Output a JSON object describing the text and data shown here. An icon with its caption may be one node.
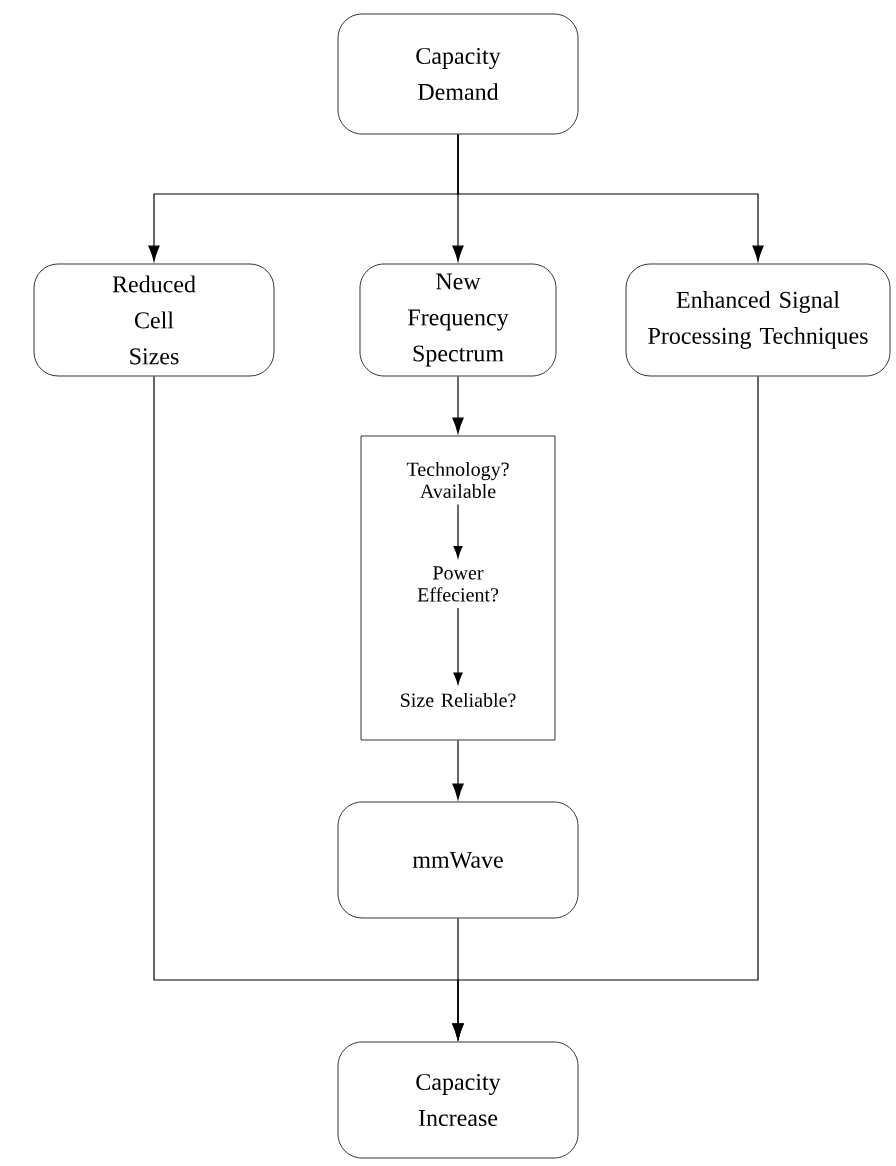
{
  "diagram": {
    "nodes": [
      {
        "text": [
          "Capacity Demand"
        ]
      },
      {
        "text": [
          "Reduced Cell Sizes"
        ]
      },
      {
        "text": [
          "New Frequency Spectrum"
        ]
      },
      {
        "text": [
          "Enhanced Signal Processing Techniques"
        ]
      },
      {
        "text": [],
        "shape": "box"
      },
      {
        "text": [
          "Technology? Available"
        ],
        "in": 4
      },
      {
        "text": [
          "Power Effecient?"
        ],
        "in": 4
      },
      {
        "text": [
          "Size Reliable?"
        ],
        "in": 4
      },
      {
        "text": [
          "mmWave"
        ]
      },
      {
        "text": [
          "Capacity Increase"
        ]
      }
    ],
    "edges": [
      {
        "from": 0,
        "to": 1,
        "arrow": "to"
      },
      {
        "from": 0,
        "to": 2,
        "arrow": "to"
      },
      {
        "from": 0,
        "to": 3,
        "arrow": "to"
      },
      {
        "from": 2,
        "to": 4,
        "arrow": "to"
      },
      {
        "from": 5,
        "to": 6,
        "arrow": "to"
      },
      {
        "from": 6,
        "to": 7,
        "arrow": "to"
      },
      {
        "from": 4,
        "to": 8,
        "arrow": "to"
      },
      {
        "from": 8,
        "to": 9,
        "arrow": "to"
      },
      {
        "from": 1,
        "to": 9,
        "arrow": "to"
      },
      {
        "from": 3,
        "to": 9,
        "arrow": "to"
      }
    ]
  }
}
